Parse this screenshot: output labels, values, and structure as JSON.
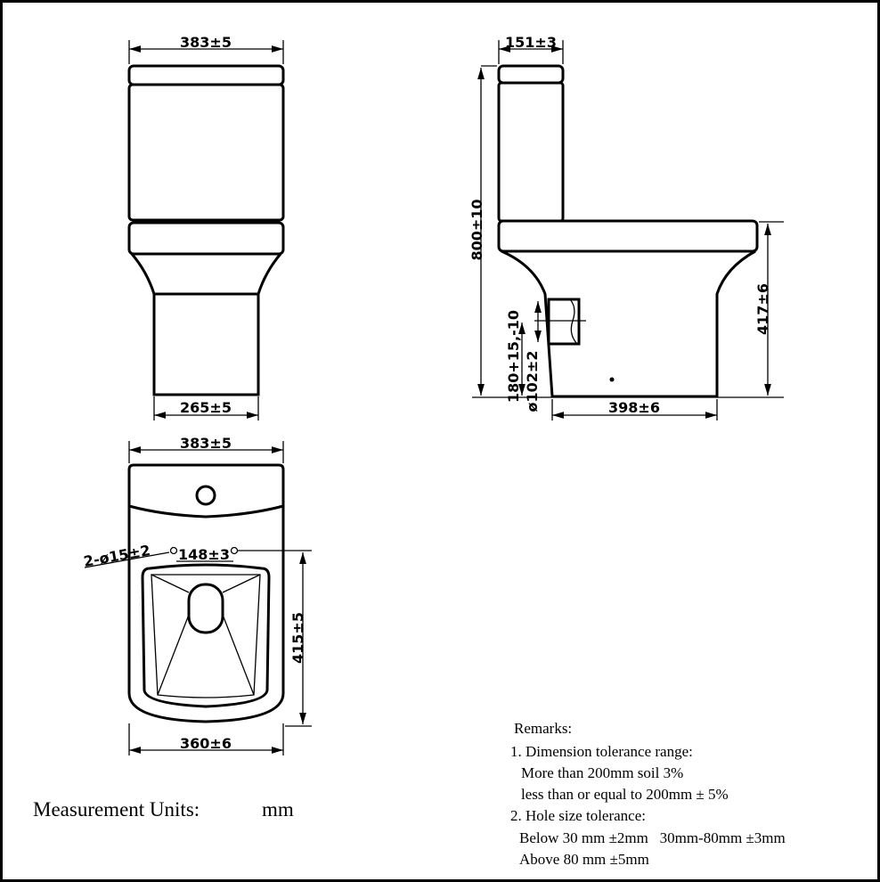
{
  "front_view": {
    "top_width": "383±5",
    "base_width": "265±5"
  },
  "side_view": {
    "tank_depth": "151±3",
    "height": "800±10",
    "seat_height": "417±6",
    "outlet_height": "180+15,-10",
    "outlet_diameter": "ø102±2",
    "base_length": "398±6"
  },
  "plan_view": {
    "top_width": "383±5",
    "fixing_holes": "2-ø15±2",
    "hole_spacing": "148±3",
    "length": "415±5",
    "bowl_width": "360±6"
  },
  "units": {
    "label": "Measurement Units:",
    "value": "mm"
  },
  "remarks": {
    "title": "Remarks:",
    "lines": [
      "1. Dimension tolerance range:",
      "More than 200mm soil 3%",
      "less than or equal to 200mm ± 5%",
      "2. Hole size tolerance:",
      "Below 30 mm ±2mm   30mm-80mm ±3mm",
      "Above 80 mm ±5mm"
    ]
  }
}
